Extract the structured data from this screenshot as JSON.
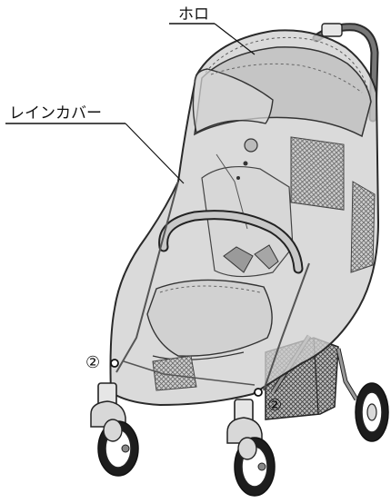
{
  "labels": {
    "hood": "ホロ",
    "rain_cover": "レインカバー",
    "callout_left": "②",
    "callout_right": "②"
  }
}
